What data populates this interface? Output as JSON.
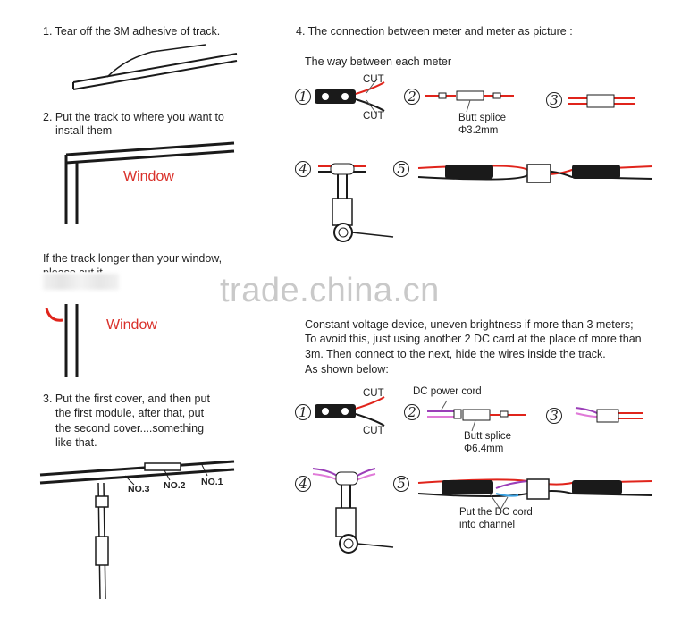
{
  "step1": {
    "text": "1. Tear off the 3M adhesive of track."
  },
  "step2": {
    "line1": "2. Put the track to where you want to",
    "line2": "install them",
    "window_label": "Window"
  },
  "track_longer": {
    "line1": "If the track longer than your window,",
    "line2": "please cut it",
    "window_label": "Window"
  },
  "step3": {
    "line1": "3. Put the first cover, and then put",
    "line2": "the first module, after that, put",
    "line3": "the second cover....something",
    "line4": "like that.",
    "labels": [
      "NO.3",
      "NO.2",
      "NO.1"
    ]
  },
  "step4": {
    "title": "4. The connection between meter and meter as picture :",
    "subtitle": "The way between each meter"
  },
  "section_a": {
    "nums": [
      "1",
      "2",
      "3",
      "4",
      "5"
    ],
    "cut_top": "CUT",
    "cut_bottom": "CUT",
    "splice_label": "Butt splice",
    "splice_size": "Φ3.2mm"
  },
  "constant_voltage": {
    "line1": "Constant voltage device, uneven brightness if more than 3 meters;",
    "line2": "To avoid this, just using another 2 DC card at the place of more than",
    "line3": "3m. Then connect to the next, hide the wires inside the track.",
    "line4": "As shown below:"
  },
  "section_b": {
    "nums": [
      "1",
      "2",
      "3",
      "4",
      "5"
    ],
    "cut_top": "CUT",
    "cut_bottom": "CUT",
    "dc_cord": "DC power cord",
    "splice_label": "Butt splice",
    "splice_size": "Φ6.4mm",
    "put_dc_line1": "Put the DC cord",
    "put_dc_line2": "into channel"
  },
  "watermark": "trade.china.cn",
  "colors": {
    "red_wire": "#e0241b",
    "black": "#1a1a1a",
    "purple_wire": "#9b3fb8",
    "pink_wire": "#e07ad8",
    "window_red": "#d9302a"
  }
}
